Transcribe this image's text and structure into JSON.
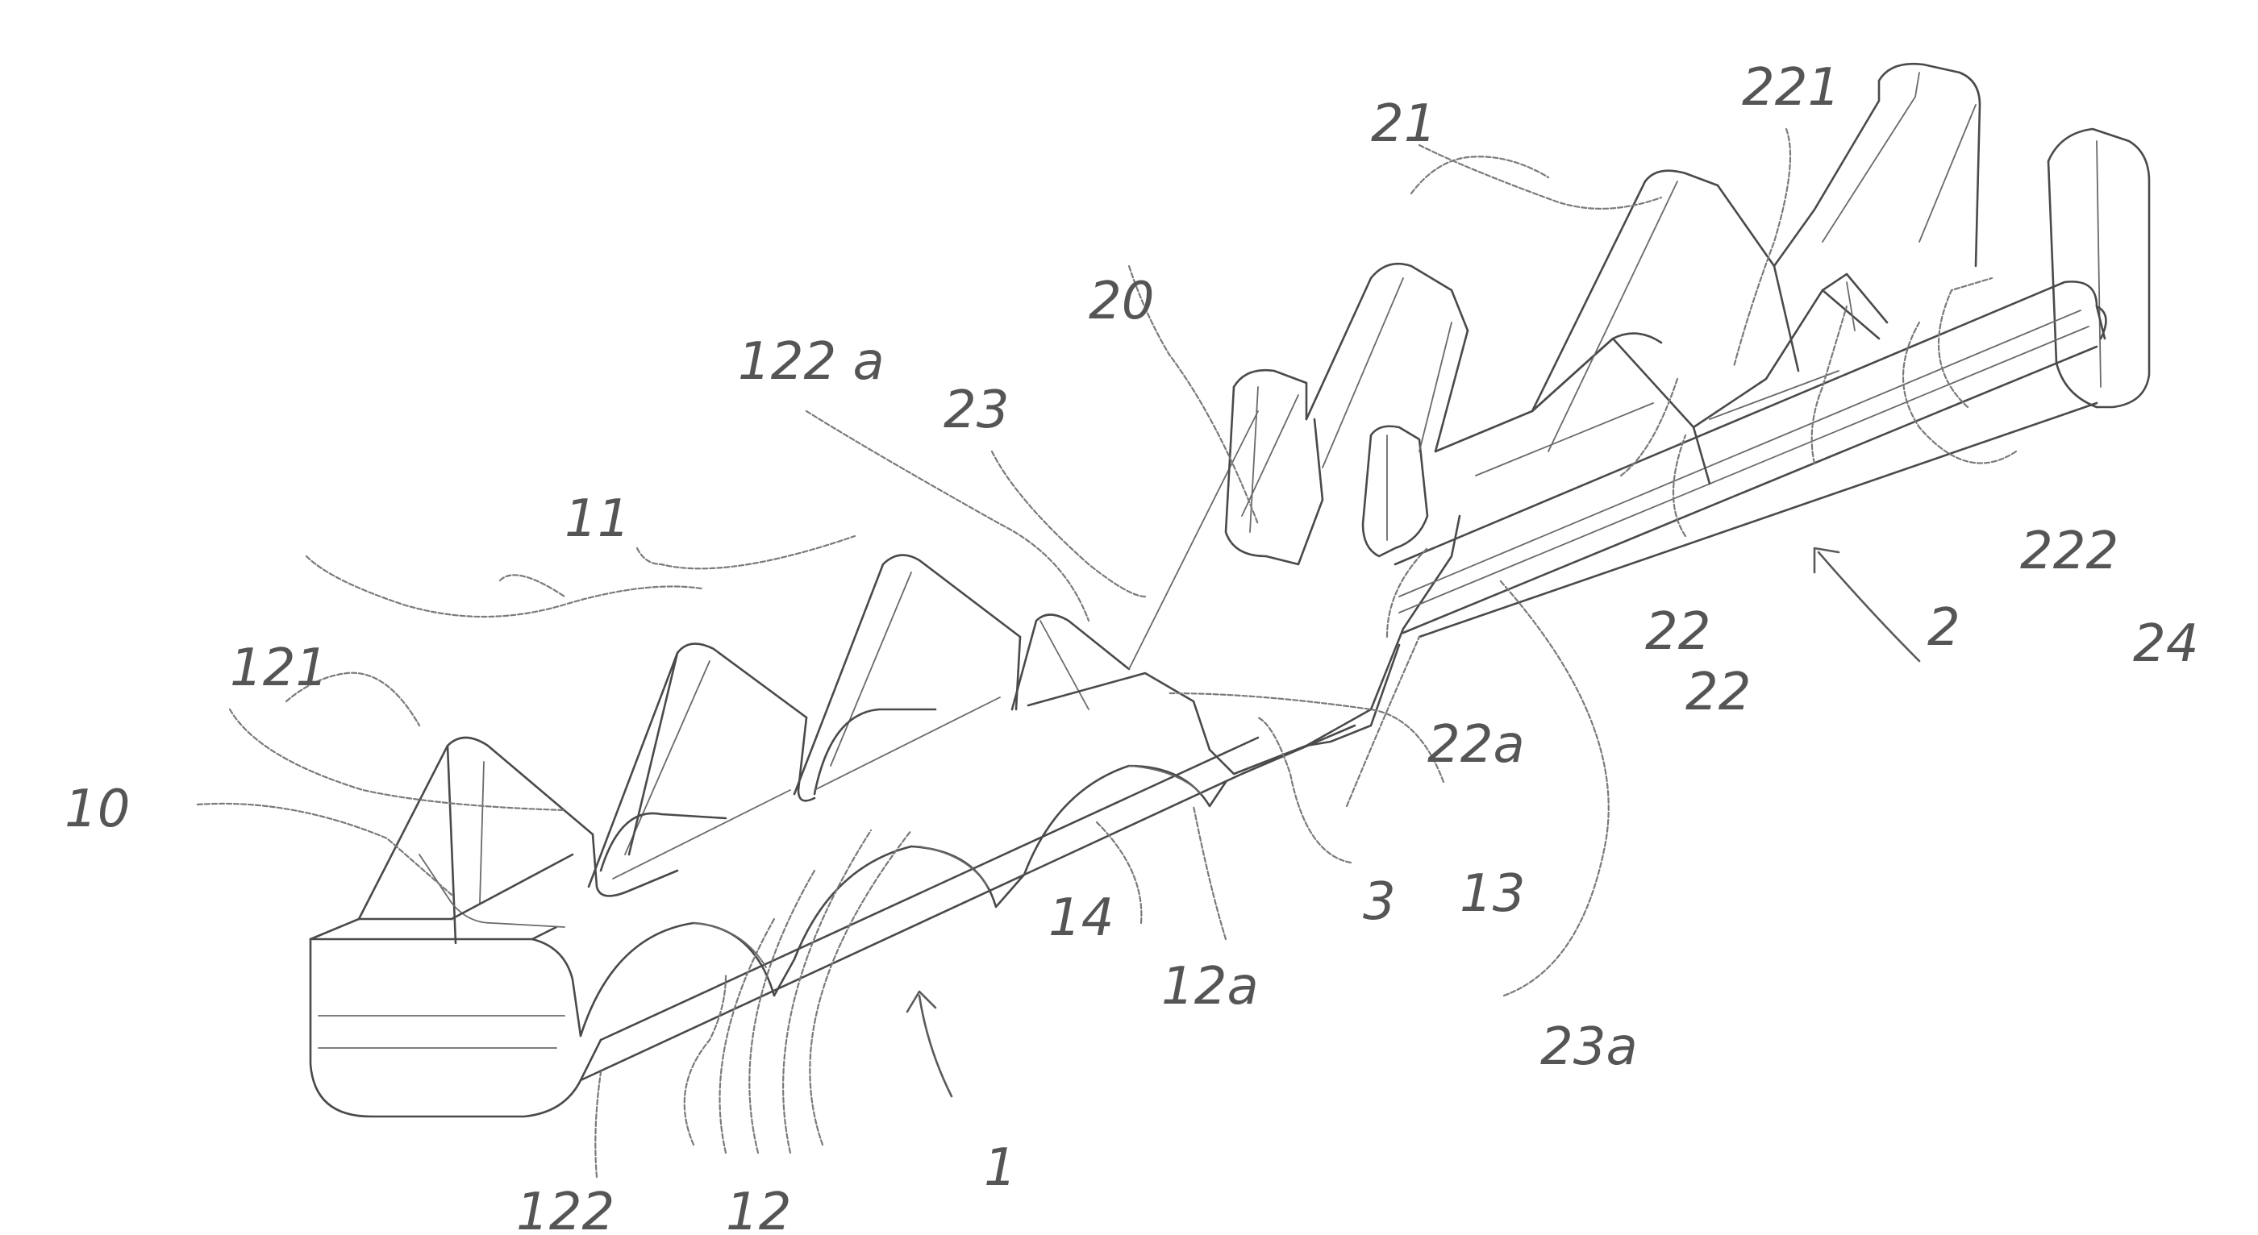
{
  "labels": {
    "l_10": "10",
    "l_11": "11",
    "l_121": "121",
    "l_122a": "122 a",
    "l_23": "23",
    "l_20": "20",
    "l_21": "21",
    "l_221": "221",
    "l_222": "222",
    "l_24": "24",
    "l_2": "2",
    "l_22a_top": "22",
    "l_22b": "22",
    "l_22a": "22a",
    "l_3": "3",
    "l_13": "13",
    "l_14": "14",
    "l_12a": "12a",
    "l_23a": "23a",
    "l_1": "1",
    "l_122": "122",
    "l_12": "12"
  },
  "colors": {
    "line": "#4a4a4a",
    "label": "#555555",
    "background": "#ffffff"
  }
}
